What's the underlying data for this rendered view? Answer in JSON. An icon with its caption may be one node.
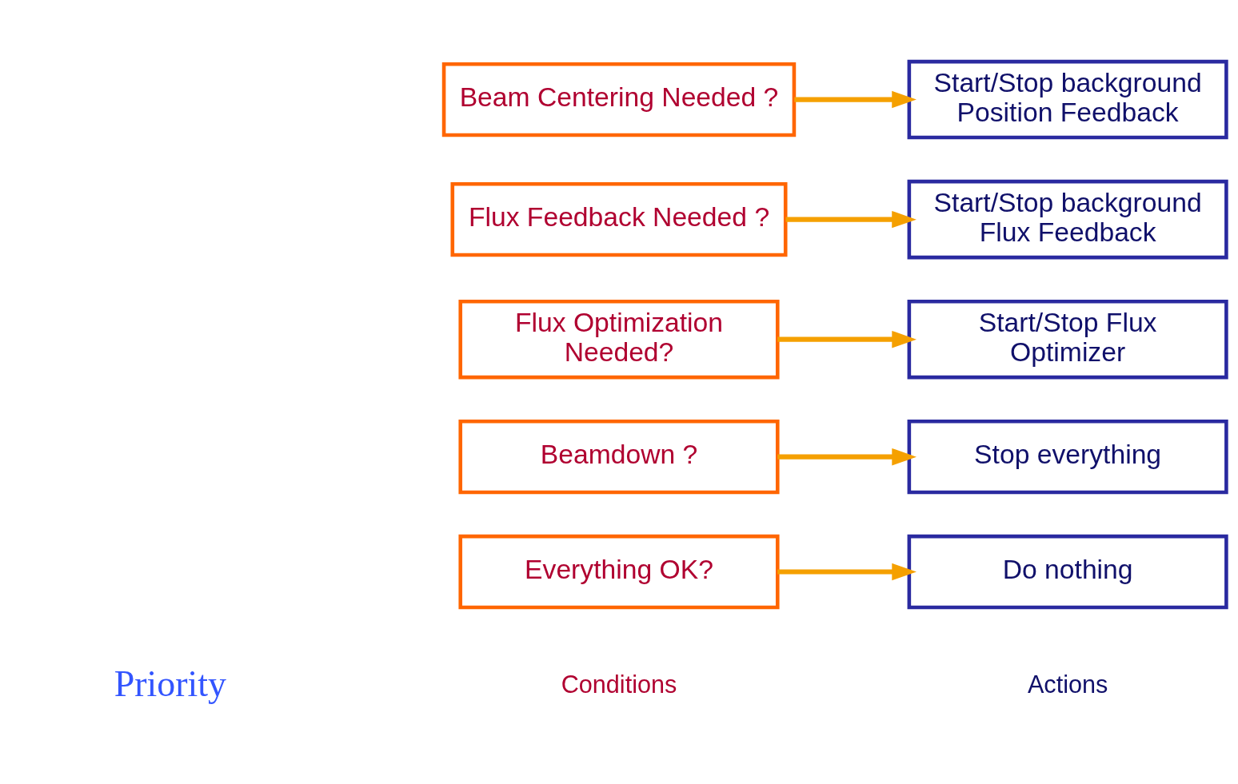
{
  "diagram": {
    "nodes": [
      {
        "text": [
          "Everything OK?"
        ]
      },
      {
        "text": [
          "Do nothing"
        ]
      },
      {
        "text": [
          "Beamdown ?"
        ]
      },
      {
        "text": [
          "Stop everything"
        ]
      },
      {
        "text": [
          "Flux Optimization Needed?"
        ]
      },
      {
        "text": [
          "Start/Stop Flux Optimizer"
        ]
      },
      {
        "text": [
          "Flux Feedback Needed ?"
        ]
      },
      {
        "text": [
          "Start/Stop background Flux Feedback"
        ]
      },
      {
        "text": [
          "Beam Centering Needed ?"
        ]
      },
      {
        "text": [
          "Start/Stop background Position Feedback"
        ]
      }
    ],
    "edges": [
      {
        "from": 0,
        "to": 1,
        "arrow": "to"
      },
      {
        "from": 2,
        "to": 3,
        "arrow": "to"
      },
      {
        "from": 4,
        "to": 5,
        "arrow": "to"
      },
      {
        "from": 6,
        "to": 7,
        "arrow": "to"
      },
      {
        "from": 8,
        "to": 9,
        "arrow": "to"
      }
    ],
    "labels": [
      "Conditions",
      "Actions",
      "Priority"
    ]
  }
}
